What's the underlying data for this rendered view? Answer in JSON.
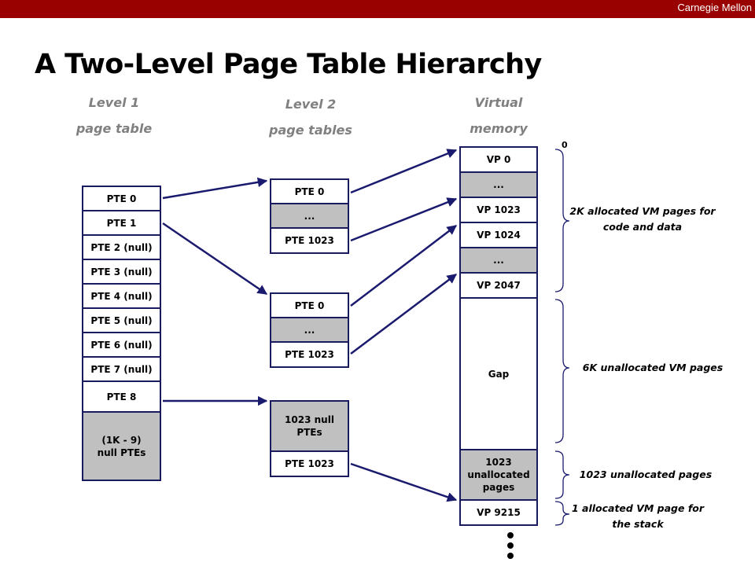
{
  "header": {
    "org": "Carnegie Mellon"
  },
  "title": "A Two-Level Page Table Hierarchy",
  "columns": {
    "level1": [
      "Level 1",
      "page table"
    ],
    "level2": [
      "Level 2",
      "page tables"
    ],
    "virtual": [
      "Virtual",
      "memory"
    ]
  },
  "level1_table": [
    "PTE 0",
    "PTE 1",
    "PTE 2 (null)",
    "PTE 3 (null)",
    "PTE 4 (null)",
    "PTE 5 (null)",
    "PTE 6 (null)",
    "PTE 7 (null)",
    "PTE 8",
    "(1K - 9) null PTEs"
  ],
  "level2_tables": {
    "t0": [
      "PTE 0",
      "...",
      "PTE 1023"
    ],
    "t1": [
      "PTE 0",
      "...",
      "PTE 1023"
    ],
    "t2": [
      "1023 null PTEs",
      "PTE 1023"
    ]
  },
  "virtual_memory": [
    "VP 0",
    "...",
    "VP 1023",
    "VP 1024",
    "...",
    "VP 2047",
    "Gap",
    "1023 unallocated pages",
    "VP 9215"
  ],
  "address_zero": "0",
  "annotations": {
    "code_data": "2K allocated VM pages for code and data",
    "gap": "6K unallocated VM pages",
    "unalloc": "1023 unallocated  pages",
    "stack": "1 allocated VM page for the stack"
  },
  "colors": {
    "bar": "#990000",
    "cell_border": "#1a1a5e",
    "arrow": "#1a1a6e",
    "filled": "#c0c0c0"
  }
}
